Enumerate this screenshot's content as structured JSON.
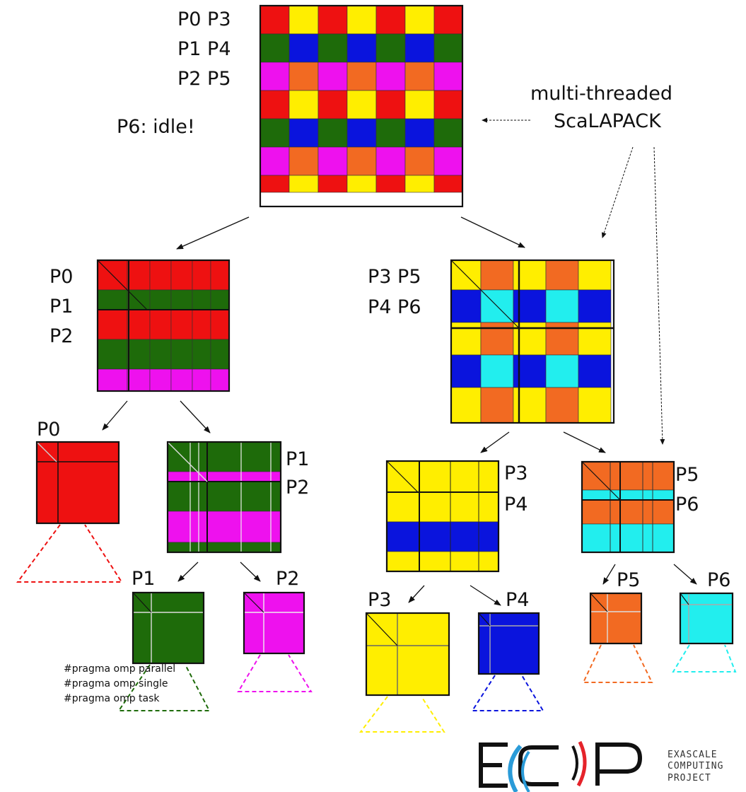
{
  "top_labels": {
    "row1": "P0 P3",
    "row2": "P1 P4",
    "row3": "P2 P5",
    "idle": "P6: idle!"
  },
  "annotation": {
    "line1": "multi-threaded",
    "line2": "ScaLAPACK"
  },
  "left_block_labels": [
    "P0",
    "P1",
    "P2"
  ],
  "right_block_labels": [
    "P3 P5",
    "P4 P6"
  ],
  "level3_labels": {
    "p0": "P0",
    "p1": "P1",
    "p2": "P2",
    "p3": "P3",
    "p4": "P4",
    "p5": "P5",
    "p6": "P6"
  },
  "level4_labels": {
    "p1": "P1",
    "p2": "P2",
    "p3": "P3",
    "p4": "P4",
    "p5": "P5",
    "p6": "P6"
  },
  "pragmas": [
    "#pragma omp parallel",
    "#pragma omp single",
    "#pragma omp task"
  ],
  "logo": {
    "mark": "ECP",
    "line1": "EXASCALE",
    "line2": "COMPUTING",
    "line3": "PROJECT"
  },
  "colors": {
    "red": "#ee1111",
    "yellow": "#ffee00",
    "green": "#1e6b0a",
    "blue": "#0a14dd",
    "magenta": "#ee11ee",
    "orange": "#f26a22",
    "cyan": "#22eeee",
    "logo_blue": "#2a9bd8"
  }
}
